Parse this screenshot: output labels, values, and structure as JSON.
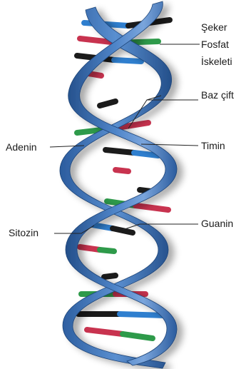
{
  "labels": {
    "seker_fosfat_iskeleti": [
      "Şeker",
      "Fosfat",
      "İskeleti"
    ],
    "baz_cift": "Baz çift",
    "adenin": "Adenin",
    "timin": "Timin",
    "sitozin": "Sitozin",
    "guanin": "Guanin"
  },
  "colors": {
    "backbone": "#3a6fb5",
    "backbone_dark": "#244f8a",
    "backbone_light": "#6f9ad6",
    "adenine": "#2e9a4a",
    "thymine": "#c8334f",
    "cytosine": "#1b1b1b",
    "guanine": "#2f7fcf",
    "leader_line": "#222222"
  }
}
